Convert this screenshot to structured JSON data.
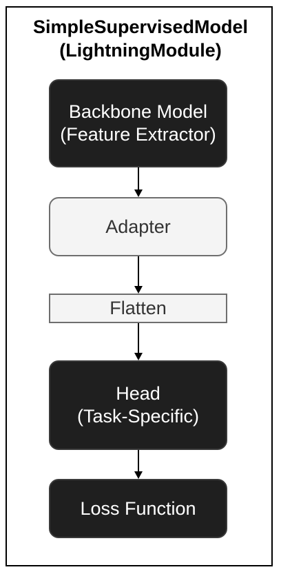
{
  "title": {
    "line1": "SimpleSupervisedModel",
    "line2": "(LightningModule)"
  },
  "nodes": {
    "backbone": {
      "line1": "Backbone Model",
      "line2": "(Feature Extractor)"
    },
    "adapter": {
      "line1": "Adapter"
    },
    "flatten": {
      "line1": "Flatten"
    },
    "head": {
      "line1": "Head",
      "line2": "(Task-Specific)"
    },
    "loss": {
      "line1": "Loss Function"
    }
  },
  "colors": {
    "dark_fill": "#1f1f1f",
    "light_fill": "#f4f4f4",
    "dark_text": "#ffffff",
    "light_text": "#333333",
    "edge": "#000000"
  }
}
